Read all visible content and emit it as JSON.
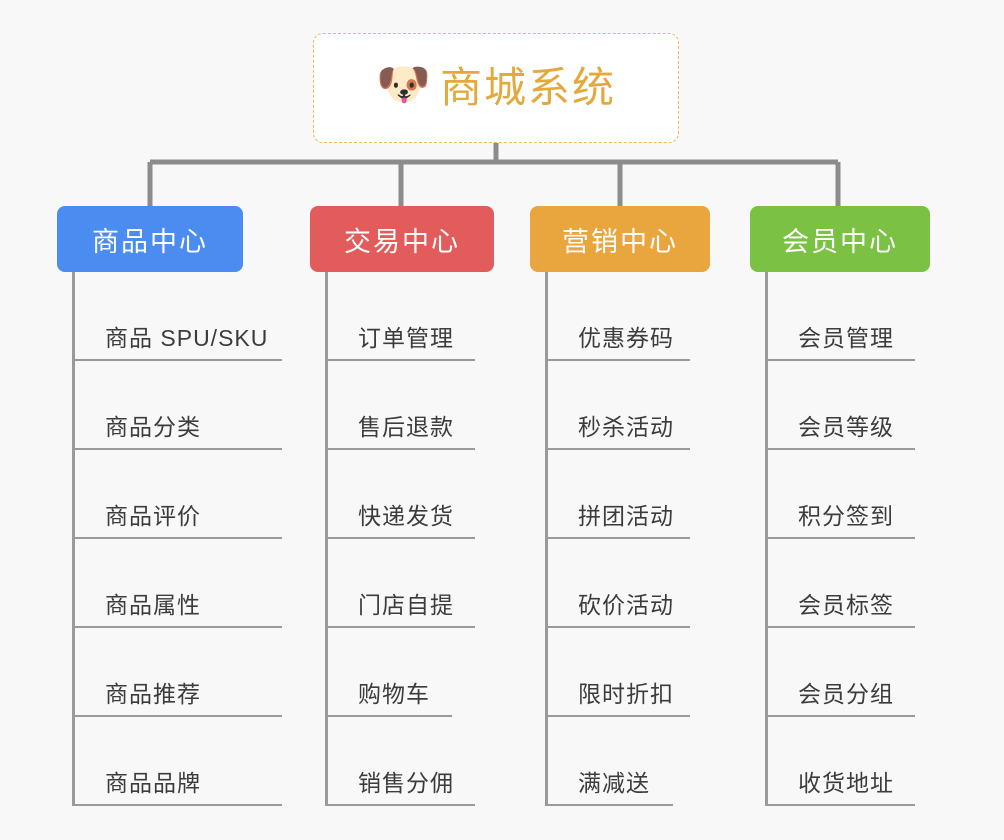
{
  "background_color": "#f8f8f8",
  "root": {
    "icon": "dog-face-emoji",
    "emoji": "🐶",
    "title": "商城系统",
    "title_color": "#e3a93c",
    "border_color": "#eab95c"
  },
  "connector_color": "#8c8c8c",
  "columns": [
    {
      "id": "product-center",
      "title": "商品中心",
      "color": "#4a8cf0",
      "items": [
        "商品 SPU/SKU",
        "商品分类",
        "商品评价",
        "商品属性",
        "商品推荐",
        "商品品牌"
      ]
    },
    {
      "id": "trade-center",
      "title": "交易中心",
      "color": "#e25c5c",
      "items": [
        "订单管理",
        "售后退款",
        "快递发货",
        "门店自提",
        "购物车",
        "销售分佣"
      ]
    },
    {
      "id": "marketing-center",
      "title": "营销中心",
      "color": "#eaa63e",
      "items": [
        "优惠券码",
        "秒杀活动",
        "拼团活动",
        "砍价活动",
        "限时折扣",
        "满减送"
      ]
    },
    {
      "id": "member-center",
      "title": "会员中心",
      "color": "#7bc143",
      "items": [
        "会员管理",
        "会员等级",
        "积分签到",
        "会员标签",
        "会员分组",
        "收货地址"
      ]
    }
  ]
}
